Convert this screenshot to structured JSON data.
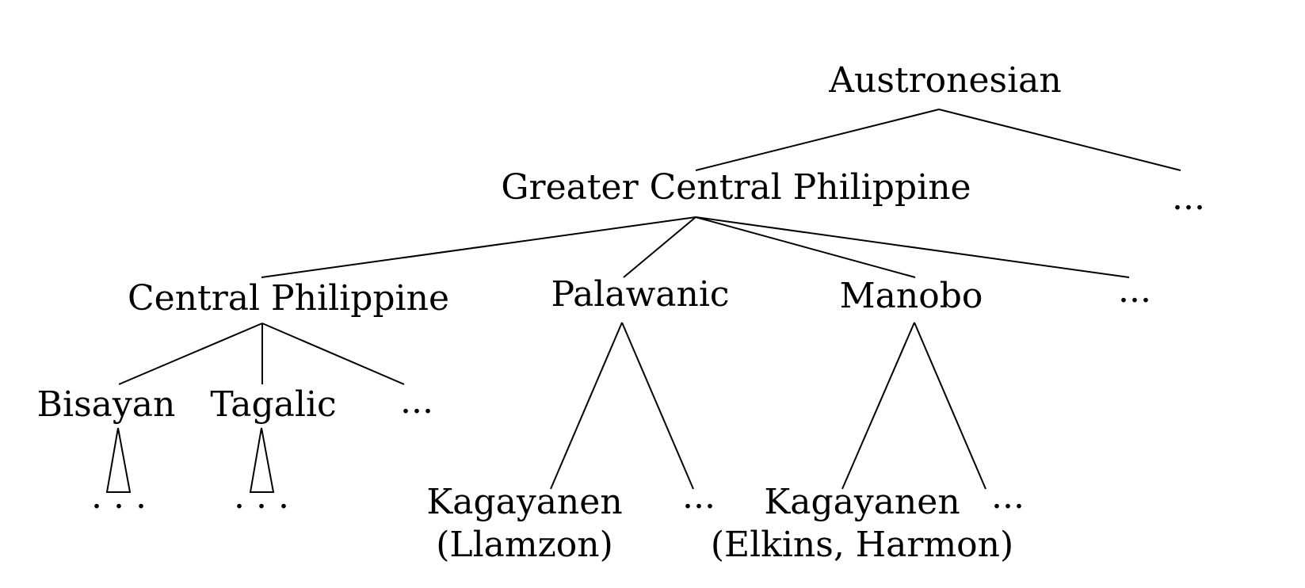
{
  "tree": {
    "root": "Austronesian",
    "root_more": "...",
    "gcp": "Greater  Central Philippine",
    "cp": "Central Philippine",
    "palawanic": "Palawanic",
    "manobo": "Manobo",
    "gcp_more": "...",
    "bisayan": "Bisayan",
    "tagalic": "Tagalic",
    "cp_more": "...",
    "bisayan_leaves": ". . .",
    "tagalic_leaves": ". . .",
    "kag1_line1": "Kagayanen",
    "kag1_line2": "(Llamzon)",
    "pal_more": "...",
    "kag2_line1": "Kagayanen",
    "kag2_line2": "(Elkins, Harmon)",
    "man_more": "..."
  }
}
